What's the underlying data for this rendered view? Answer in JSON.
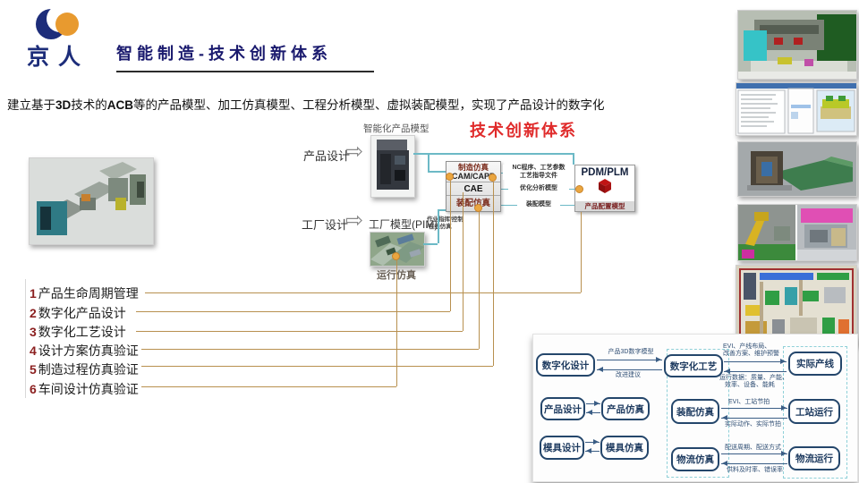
{
  "colors": {
    "brand_navy": "#1d2d7a",
    "brand_orange": "#e89a2f",
    "title_navy": "#1a1a6e",
    "diagram_red": "#e02b2b",
    "teal_line": "#6cb9c6",
    "orange_line": "#b8904f",
    "orange_dot": "#eaa640",
    "maroon": "#7a2a1a",
    "flow_navy": "#24466b"
  },
  "header": {
    "logo_text": "京人",
    "title": "智能制造-技术创新体系"
  },
  "intro": {
    "pre": "建立基于",
    "bold1": "3D",
    "mid": "技术的",
    "bold2": "ACB",
    "rest": "等的产品模型、加工仿真模型、工程分析模型、虚拟装配模型，实现了产品设计的数字化"
  },
  "diagram": {
    "red_title": "技术创新体系",
    "smart_model_label": "智能化产品模型",
    "product_design": "产品设计",
    "factory_design": "工厂设计",
    "factory_model": "工厂模型(PIM)",
    "ops_note1": "作业指挥/控制",
    "ops_note2": "/在线仿真",
    "run_sim": "运行仿真",
    "box1_line1": "制造仿真",
    "box1_line2": "CAM/CAPP",
    "box2": "CAE",
    "box3": "装配仿真",
    "out1a": "NC程序、工艺参数",
    "out1b": "工艺指导文件",
    "out2": "优化分析模型",
    "out3": "装配模型",
    "pdm_title": "PDM/PLM",
    "pdm_caption": "产品配置模型"
  },
  "list": {
    "items": [
      {
        "num": "1",
        "label": "产品生命周期管理"
      },
      {
        "num": "2",
        "label": "数字化产品设计"
      },
      {
        "num": "3",
        "label": "数字化工艺设计"
      },
      {
        "num": "4",
        "label": "设计方案仿真验证"
      },
      {
        "num": "5",
        "label": "制造过程仿真验证"
      },
      {
        "num": "6",
        "label": "车间设计仿真验证"
      }
    ]
  },
  "flowchart": {
    "boxes": {
      "digital_design": "数字化设计",
      "digital_process": "数字化工艺",
      "actual_line": "实际产线",
      "product_design": "产品设计",
      "product_sim": "产品仿真",
      "assembly_sim": "装配仿真",
      "station_run": "工站运行",
      "mold_design": "模具设计",
      "mold_sim": "模具仿真",
      "logistics_sim": "物流仿真",
      "logistics_run": "物流运行"
    },
    "labels": {
      "dd_to_dp": "产品3D数字模型",
      "dp_to_dd": "改进建议",
      "dp_to_al_1": "EVI、产线布局、",
      "dp_to_al_2": "改善方案、维护预警",
      "al_to_dp_1": "运行数据：质量、产能、",
      "al_to_dp_2": "效率、设备、能耗",
      "as_to_sr": "EVI、工站节拍",
      "sr_to_as": "实际动作、实际节拍",
      "ls_to_lr": "配送周期、配送方式",
      "lr_to_ls": "供料及时率、错误率"
    }
  }
}
